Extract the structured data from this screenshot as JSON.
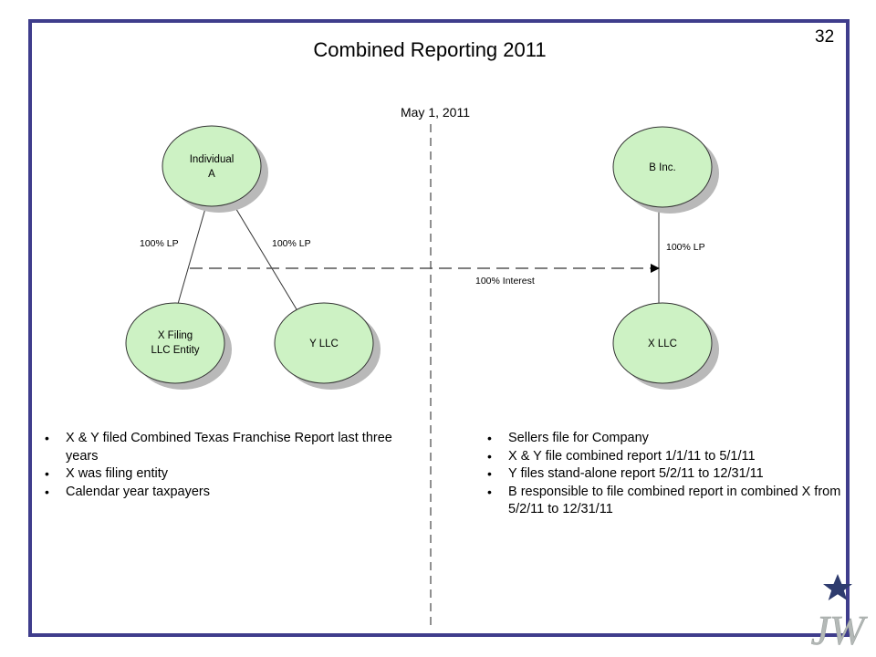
{
  "slide": {
    "title": "Combined Reporting 2011",
    "page_number": "32"
  },
  "diagram": {
    "date_label": "May 1, 2011",
    "nodes": {
      "individual_a": {
        "line1": "Individual",
        "line2": "A"
      },
      "x_filing": {
        "line1": "X Filing",
        "line2": "LLC Entity"
      },
      "y_llc": {
        "label": "Y LLC"
      },
      "b_inc": {
        "label": "B Inc."
      },
      "x_llc": {
        "label": "X LLC"
      }
    },
    "edges": {
      "a_to_x": "100% LP",
      "a_to_y": "100% LP",
      "b_to_x": "100% LP",
      "interest": "100% Interest"
    }
  },
  "notes": {
    "left": [
      "X & Y filed Combined Texas Franchise Report last three years",
      "X was filing entity",
      "Calendar year taxpayers"
    ],
    "right": [
      "Sellers file for Company",
      "X & Y file combined report 1/1/11 to 5/1/11",
      "Y files stand-alone report 5/2/11 to 12/31/11",
      "B responsible to file combined report in combined X from 5/2/11 to 12/31/11"
    ]
  },
  "logo": {
    "letters": "JW",
    "icon": "star-icon"
  },
  "colors": {
    "frame": "#3f3d8c",
    "node_fill": "#cdf2c4",
    "node_stroke": "#333333",
    "node_shadow": "#b9b9b9",
    "logo_star": "#2e3b6e",
    "logo_letters": "#b4b9b7"
  }
}
